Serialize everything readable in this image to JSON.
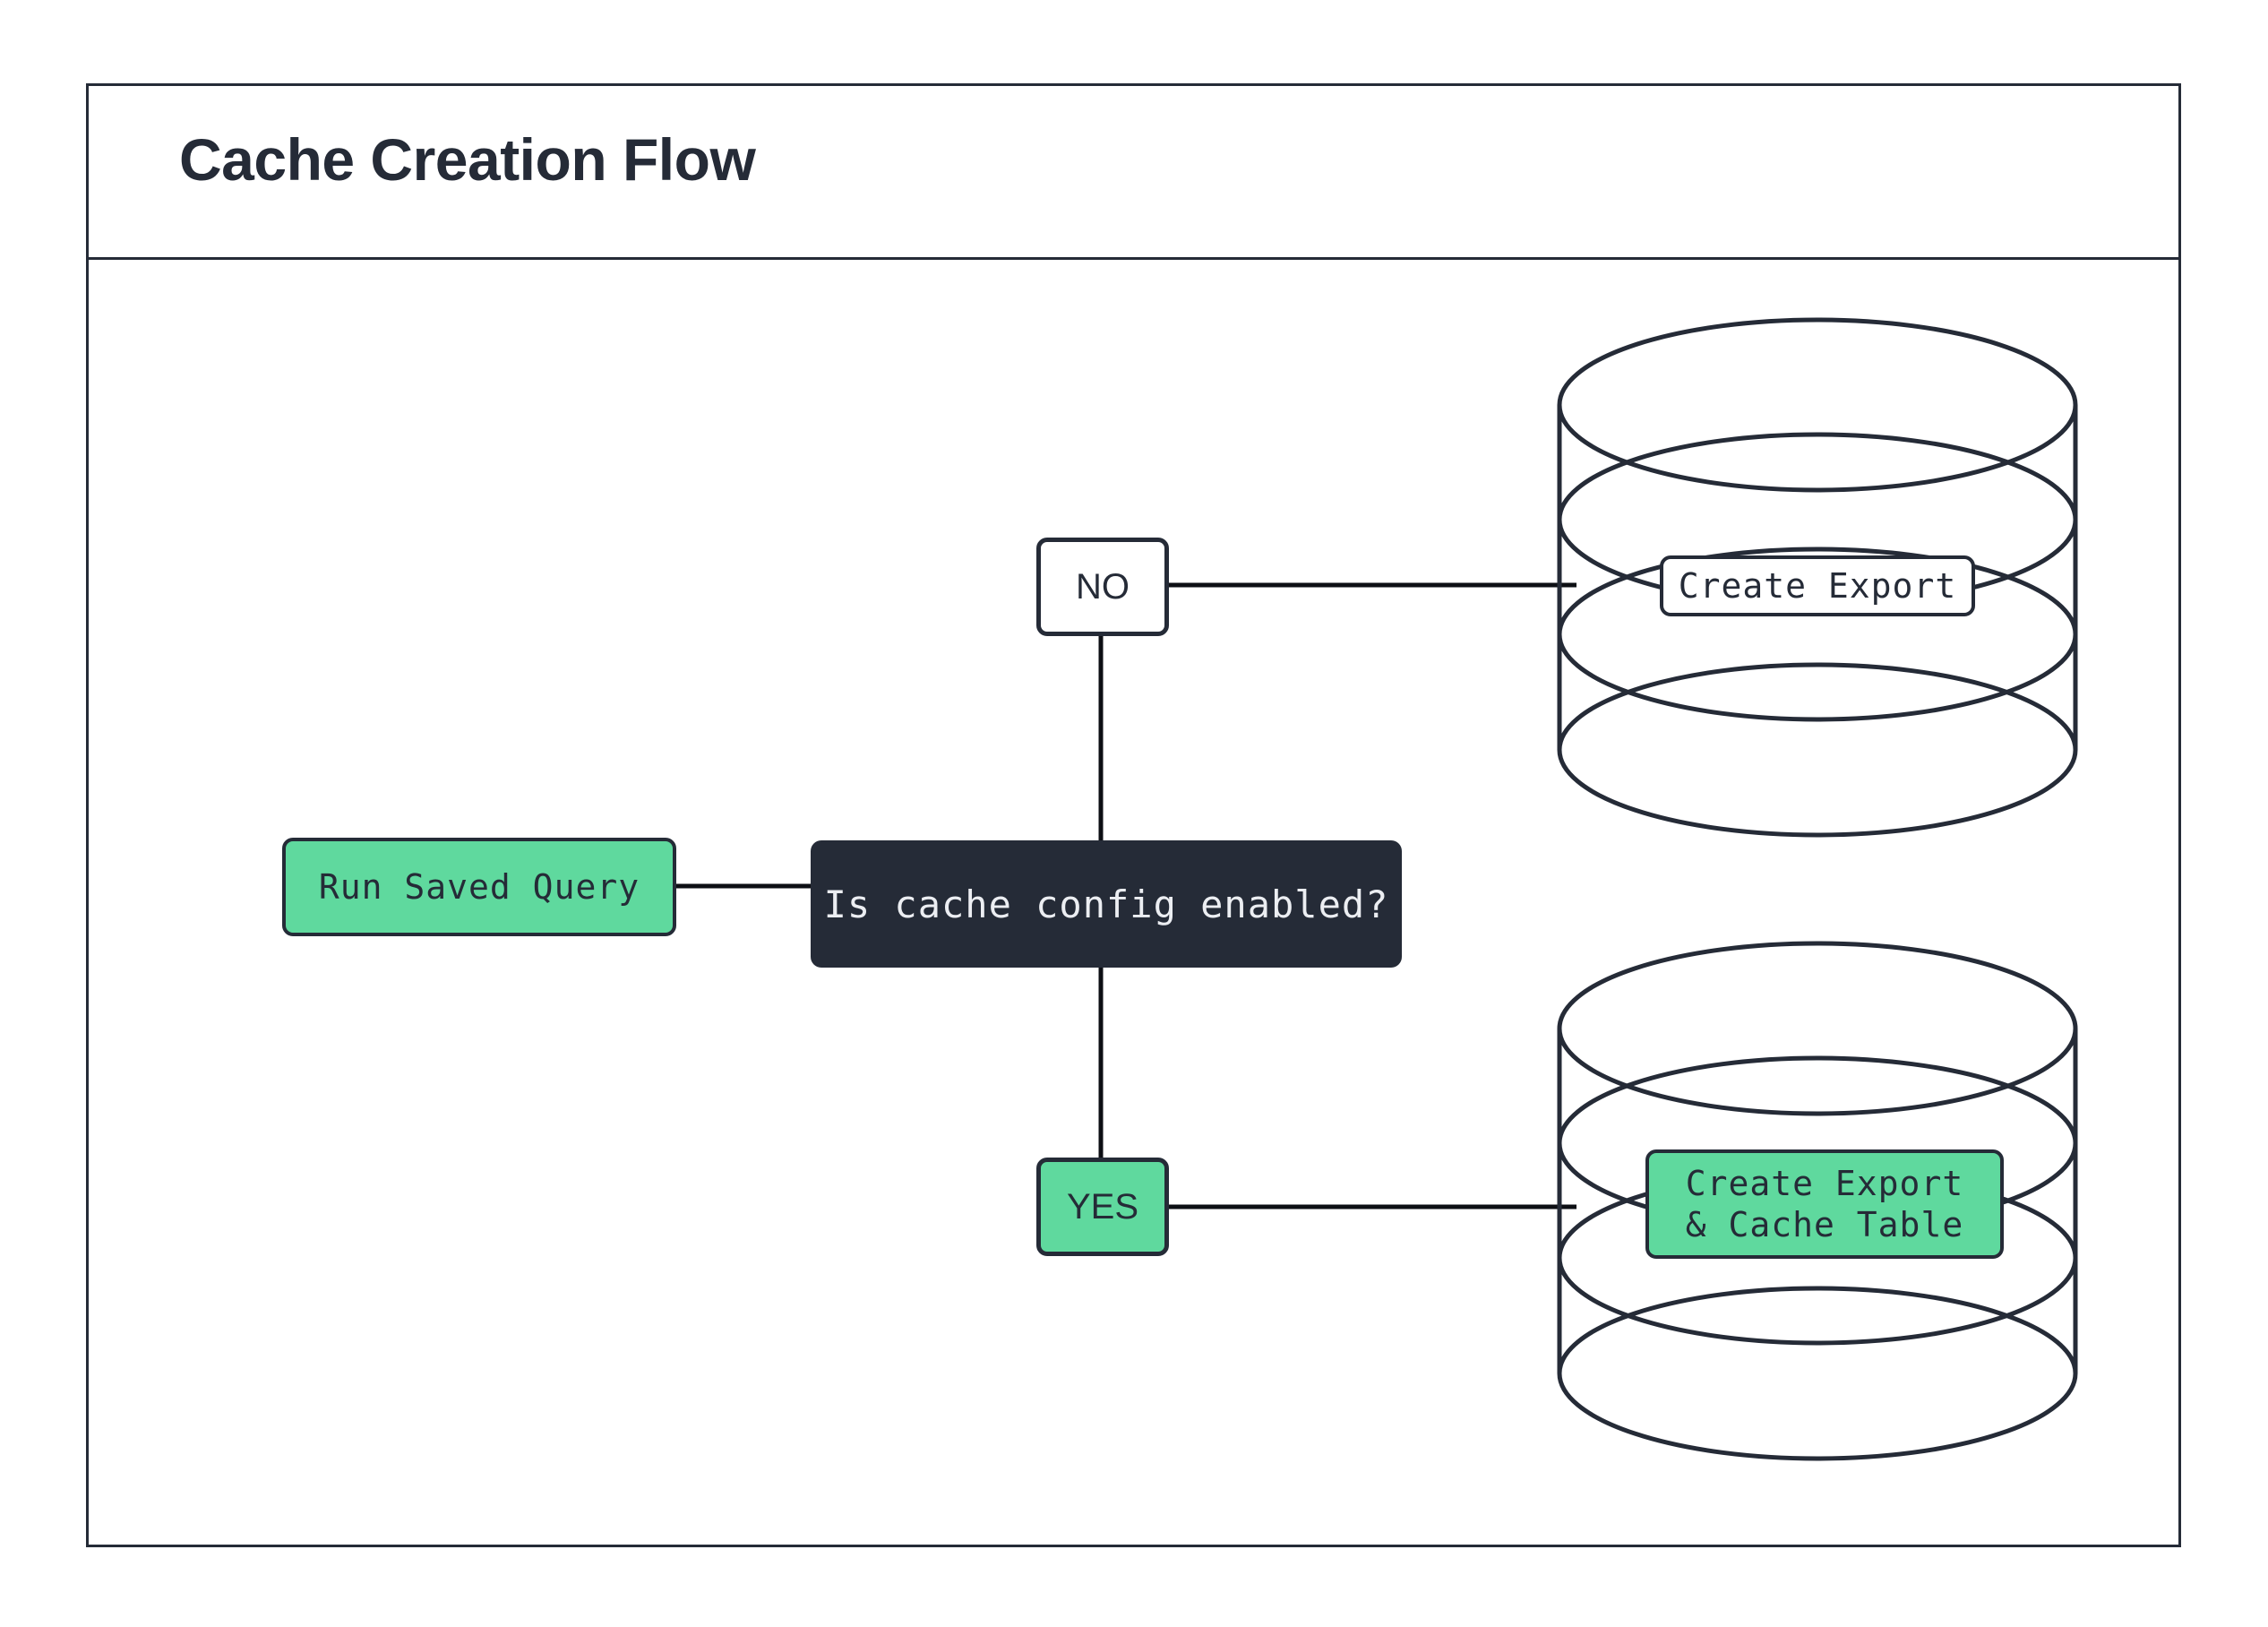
{
  "diagram": {
    "title": "Cache Creation Flow",
    "type": "flowchart",
    "colors": {
      "ink": "#252b37",
      "accent_green": "#5fd99e",
      "surface": "#ffffff"
    },
    "nodes": {
      "start": {
        "label": "Run Saved Query",
        "shape": "rounded-rect",
        "fill": "#5fd99e"
      },
      "decision": {
        "label": "Is cache config enabled?",
        "shape": "rounded-rect",
        "fill": "#252b37"
      },
      "branch_no": {
        "label": "NO",
        "shape": "rounded-rect",
        "fill": "#ffffff"
      },
      "branch_yes": {
        "label": "YES",
        "shape": "rounded-rect",
        "fill": "#5fd99e"
      },
      "db_top": {
        "label": "Create Export",
        "shape": "database-cylinder",
        "fill": "#ffffff"
      },
      "db_bottom": {
        "label_line1": "Create Export",
        "label_line2": "& Cache Table",
        "shape": "database-cylinder",
        "fill": "#5fd99e"
      }
    },
    "edges": [
      {
        "from": "start",
        "to": "decision"
      },
      {
        "from": "decision",
        "to": "branch_no"
      },
      {
        "from": "decision",
        "to": "branch_yes"
      },
      {
        "from": "branch_no",
        "to": "db_top"
      },
      {
        "from": "branch_yes",
        "to": "db_bottom"
      }
    ]
  }
}
